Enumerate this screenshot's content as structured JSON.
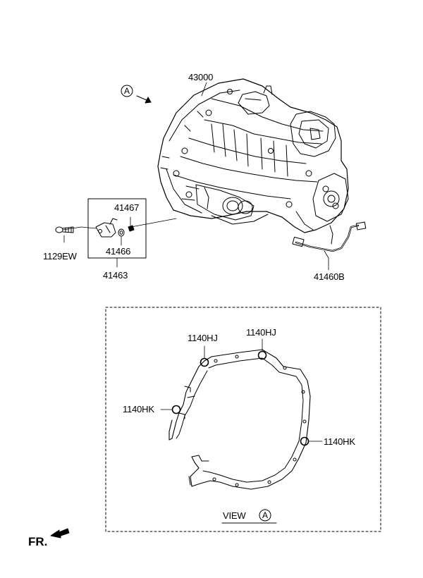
{
  "parts": {
    "transaxle": "43000",
    "clutch_tube": "41460B",
    "bracket_assy": "41463",
    "seal_a": "41467",
    "seal_b": "41466",
    "bolt": "1129EW"
  },
  "view_a_bolts": {
    "hj_left": "1140HJ",
    "hj_right": "1140HJ",
    "hk_left": "1140HK",
    "hk_right": "1140HK"
  },
  "markers": {
    "view_letter": "A",
    "view_caption": "VIEW",
    "front_label": "FR."
  }
}
